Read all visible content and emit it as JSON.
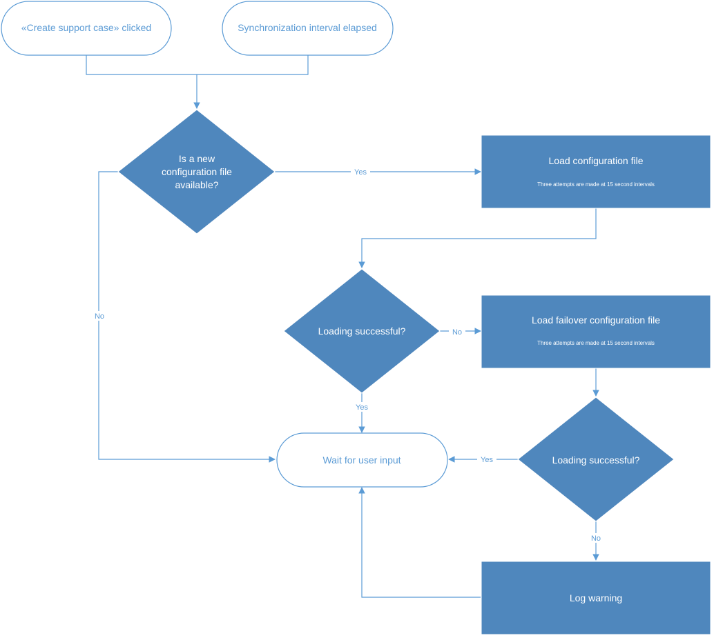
{
  "colors": {
    "node_fill": "#4f87bd",
    "node_stroke": "#ffffff",
    "terminal_stroke": "#5b9bd5",
    "connector": "#5b9bd5",
    "text_on_node": "#ffffff",
    "text_on_terminal": "#5b9bd5"
  },
  "nodes": {
    "start_create_case": {
      "label": "«Create support case» clicked"
    },
    "start_sync_interval": {
      "label": "Synchronization interval elapsed"
    },
    "decision_new_config": {
      "line1": "Is a new",
      "line2": "configuration file",
      "line3": "available?"
    },
    "process_load_config": {
      "label": "Load configuration file",
      "note": "Three attempts are made at 15 second intervals"
    },
    "decision_loading_1": {
      "label": "Loading successful?"
    },
    "process_load_failover": {
      "label": "Load failover configuration file",
      "note": "Three attempts are made at 15 second intervals"
    },
    "decision_loading_2": {
      "label": "Loading successful?"
    },
    "terminal_wait_input": {
      "label": "Wait for user input"
    },
    "process_log_warning": {
      "label": "Log warning"
    }
  },
  "edges": {
    "new_config_yes": "Yes",
    "new_config_no": "No",
    "loading1_no": "No",
    "loading1_yes": "Yes",
    "loading2_yes": "Yes",
    "loading2_no": "No"
  }
}
